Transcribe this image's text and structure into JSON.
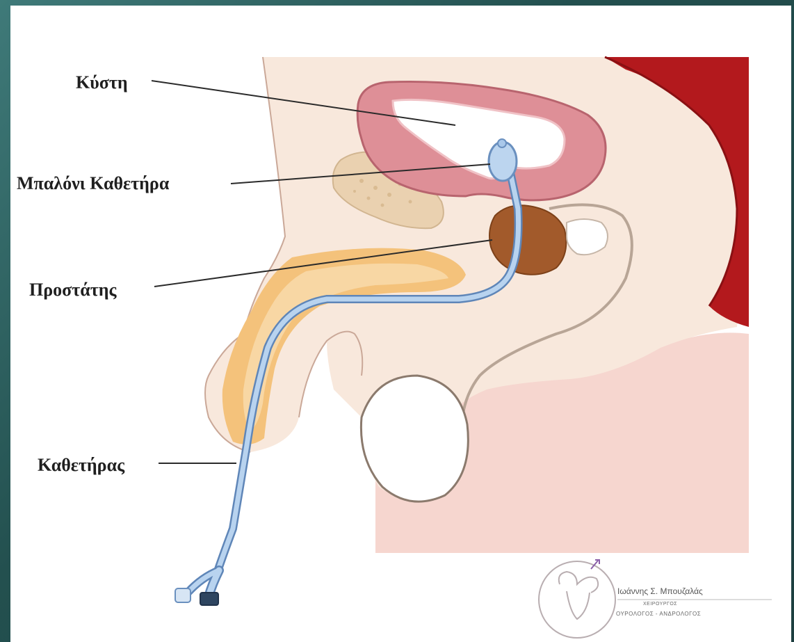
{
  "labels": {
    "bladder": "Κύστη",
    "balloon": "Μπαλόνι Καθετήρα",
    "prostate": "Προστάτης",
    "catheter": "Καθετήρας"
  },
  "logo": {
    "name": "Ιωάννης Σ. Μπουζαλάς",
    "title_line1": "ΧΕΙΡΟΥΡΓΟΣ",
    "title_line2": "ΟΥΡΟΛΟΓΟΣ - ΑΝΔΡΟΛΟΓΟΣ"
  },
  "colors": {
    "skin": "#f7e6d8",
    "bladder_wall": "#de8f97",
    "bladder_inner": "#ffffff",
    "prostate": "#a15a2c",
    "catheter": "#a9c8ea",
    "corpus": "#f3c079",
    "rectum": "#b0171b"
  }
}
